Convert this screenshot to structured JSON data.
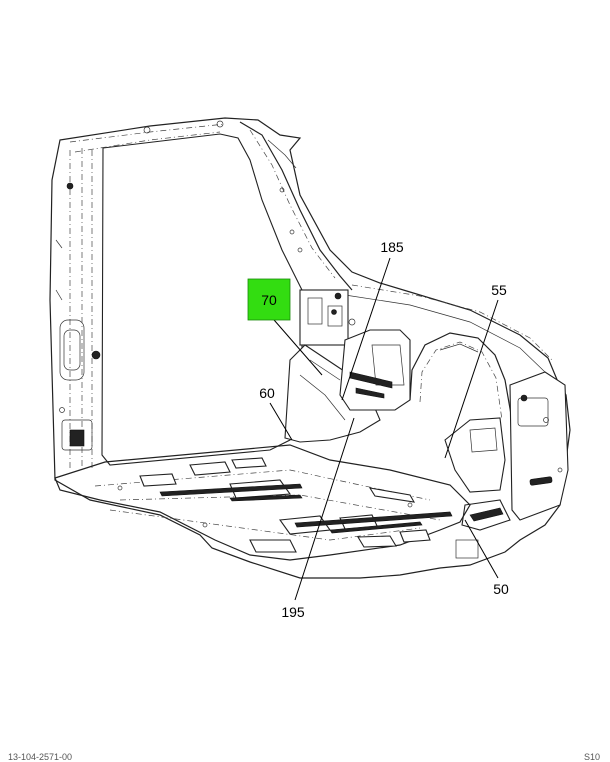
{
  "callouts": [
    {
      "id": "70",
      "highlight": true,
      "color": "#33dd11"
    },
    {
      "id": "185",
      "highlight": false
    },
    {
      "id": "55",
      "highlight": false
    },
    {
      "id": "60",
      "highlight": false
    },
    {
      "id": "195",
      "highlight": false
    },
    {
      "id": "50",
      "highlight": false
    }
  ],
  "footer": {
    "left_code": "13-104-2571-00",
    "right_code": "S10"
  }
}
